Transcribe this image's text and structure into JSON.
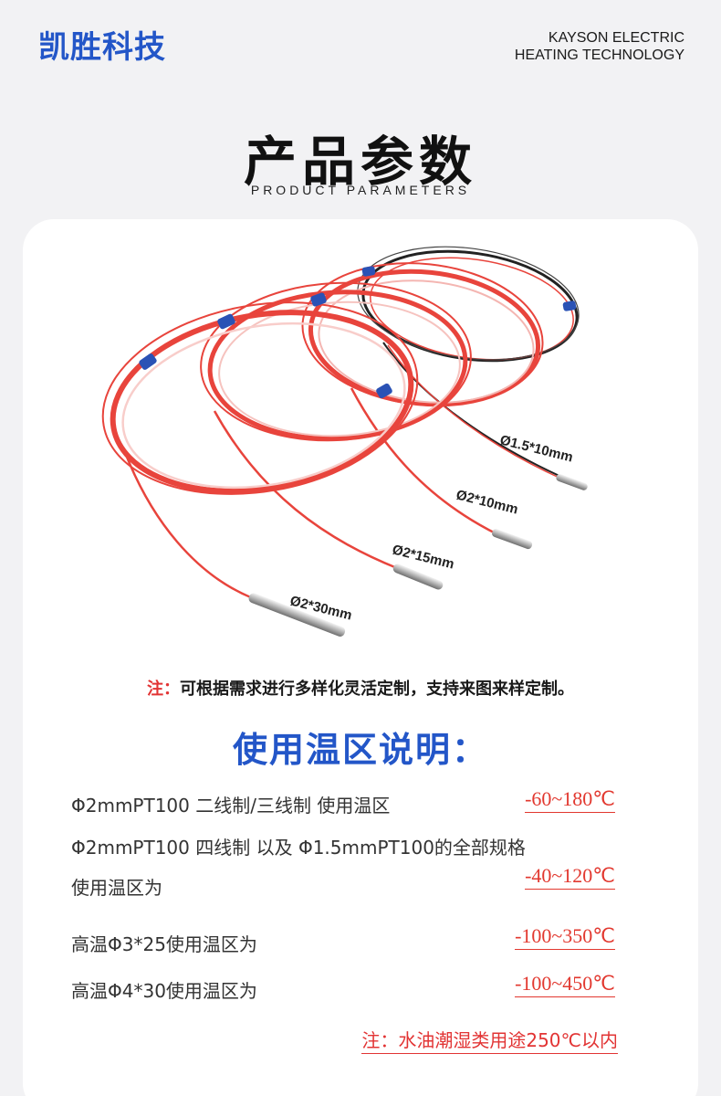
{
  "header": {
    "brand_cn": "凯胜科技",
    "brand_en_line1": "KAYSON ELECTRIC",
    "brand_en_line2": "HEATING TECHNOLOGY"
  },
  "title": {
    "cn": "产品参数",
    "en": "PRODUCT PARAMETERS"
  },
  "photo": {
    "labels": [
      "Ø1.5*10mm",
      "Ø2*10mm",
      "Ø2*15mm",
      "Ø2*30mm"
    ]
  },
  "note_customize": {
    "prefix": "注：",
    "text": "可根据需求进行多样化灵活定制，支持来图来样定制。"
  },
  "temp_section": {
    "title": "使用温区说明：",
    "rows": [
      {
        "spec": "Φ2mmPT100 二线制/三线制 使用温区",
        "range": "-60~180℃"
      },
      {
        "spec_line1": "Φ2mmPT100 四线制 以及 Φ1.5mmPT100的全部规格",
        "spec_line2": "使用温区为",
        "range": "-40~120℃"
      },
      {
        "spec": "高温Φ3*25使用温区为",
        "range": "-100~350℃"
      },
      {
        "spec": "高温Φ4*30使用温区为",
        "range": "-100~450℃"
      }
    ],
    "note": "注：水油潮湿类用途250℃以内"
  },
  "colors": {
    "brand_blue": "#2356c8",
    "accent_red": "#e2382f",
    "wire_red": "#e8443c",
    "wire_black": "#222222"
  }
}
